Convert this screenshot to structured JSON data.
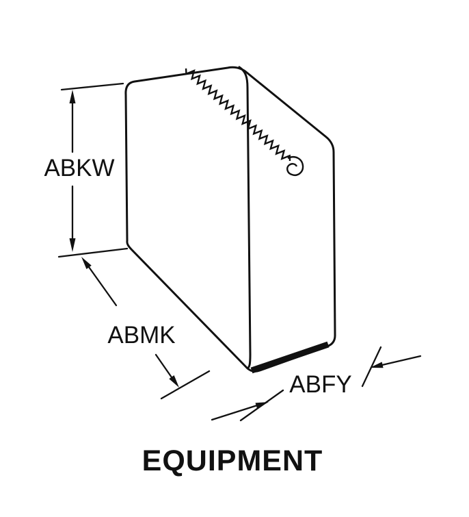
{
  "diagram": {
    "labels": {
      "height_code": "ABKW",
      "depth_code": "ABMK",
      "thickness_code": "ABFY",
      "caption": "EQUIPMENT"
    },
    "colors": {
      "line": "#111111",
      "background": "#ffffff"
    }
  }
}
